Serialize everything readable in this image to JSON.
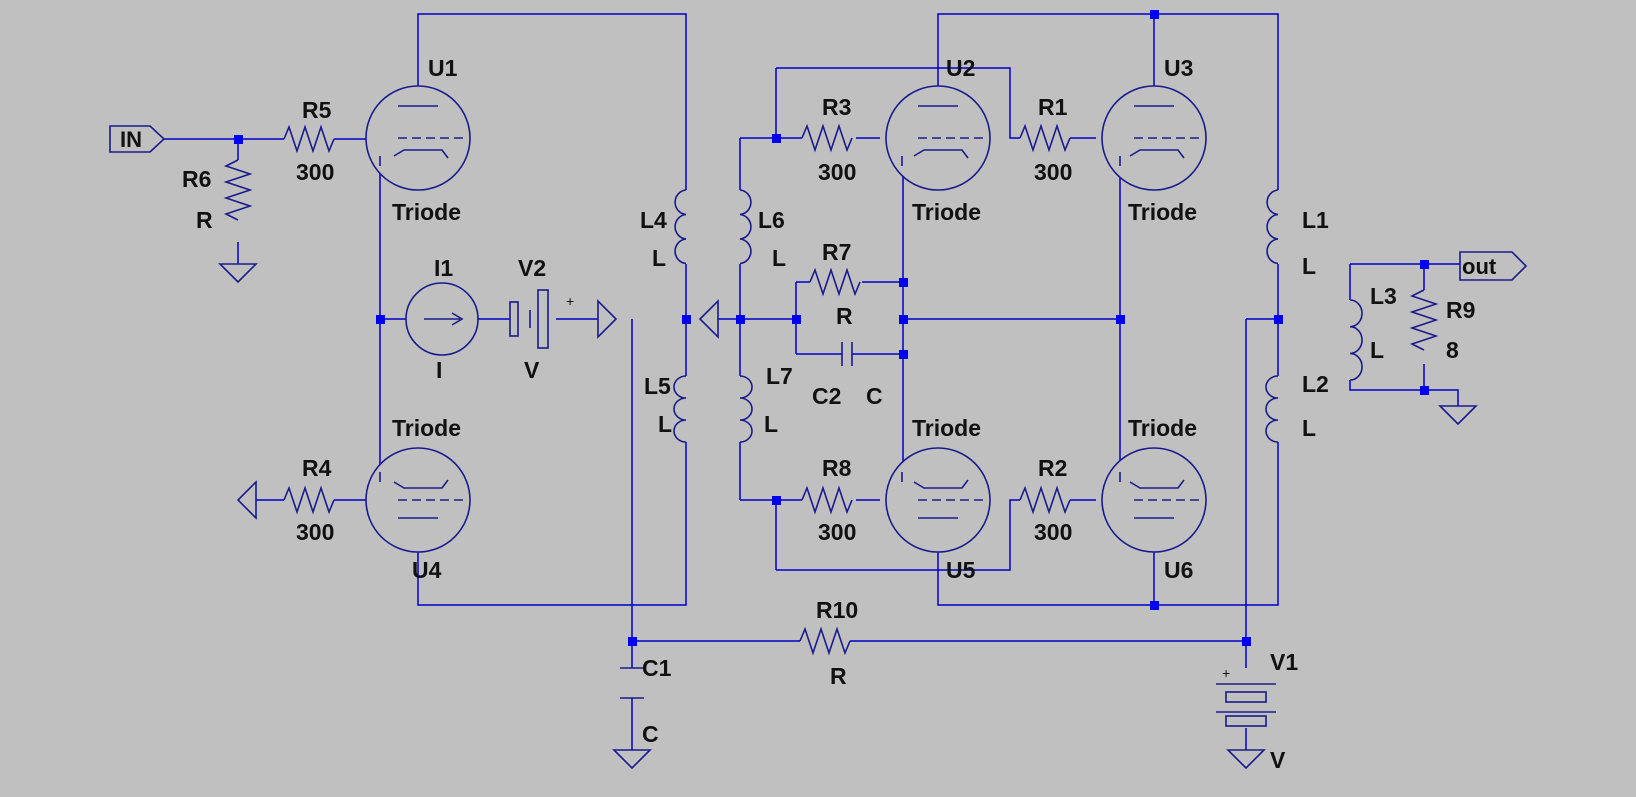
{
  "ports": {
    "in": "IN",
    "out": "out"
  },
  "components": {
    "U1": {
      "ref": "U1",
      "value": "Triode"
    },
    "U2": {
      "ref": "U2",
      "value": "Triode"
    },
    "U3": {
      "ref": "U3",
      "value": "Triode"
    },
    "U4": {
      "ref": "U4",
      "value": "Triode"
    },
    "U5": {
      "ref": "U5",
      "value": "Triode"
    },
    "U6": {
      "ref": "U6",
      "value": "Triode"
    },
    "R1": {
      "ref": "R1",
      "value": "300"
    },
    "R2": {
      "ref": "R2",
      "value": "300"
    },
    "R3": {
      "ref": "R3",
      "value": "300"
    },
    "R4": {
      "ref": "R4",
      "value": "300"
    },
    "R5": {
      "ref": "R5",
      "value": "300"
    },
    "R6": {
      "ref": "R6",
      "value": "R"
    },
    "R7": {
      "ref": "R7",
      "value": "R"
    },
    "R8": {
      "ref": "R8",
      "value": "300"
    },
    "R9": {
      "ref": "R9",
      "value": "8"
    },
    "R10": {
      "ref": "R10",
      "value": "R"
    },
    "L1": {
      "ref": "L1",
      "value": "L"
    },
    "L2": {
      "ref": "L2",
      "value": "L"
    },
    "L3": {
      "ref": "L3",
      "value": "L"
    },
    "L4": {
      "ref": "L4",
      "value": "L"
    },
    "L5": {
      "ref": "L5",
      "value": "L"
    },
    "L6": {
      "ref": "L6",
      "value": "L"
    },
    "L7": {
      "ref": "L7",
      "value": "L"
    },
    "C1": {
      "ref": "C1",
      "value": "C"
    },
    "C2": {
      "ref": "C2",
      "value": "C"
    },
    "I1": {
      "ref": "I1",
      "value": "I"
    },
    "V1": {
      "ref": "V1",
      "value": "V",
      "polarity": "+"
    },
    "V2": {
      "ref": "V2",
      "value": "V",
      "polarity": "+"
    }
  },
  "colors": {
    "background": "#c0c0c0",
    "wire": "#0000cc",
    "component": "#1a1a8c",
    "junction": "#0000ee",
    "text": "#111111"
  }
}
